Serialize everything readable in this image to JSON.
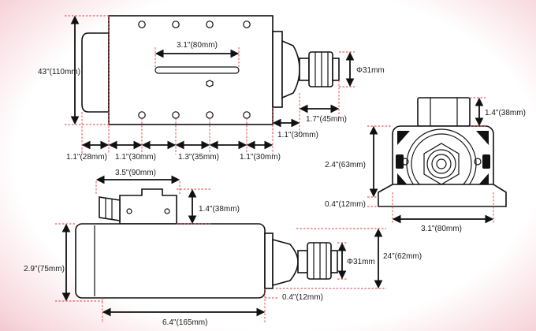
{
  "top_view": {
    "labels": {
      "slot_width": "3.1\"(80mm)",
      "total_height": "43\"(110mm)",
      "shaft_diameter": "Φ31mm",
      "nose_length": "1.7\"(45mm)",
      "nose_offset": "1.1\"(30mm)",
      "left_offset": "1.1\"(28mm)",
      "hole_gap_a": "1.1\"(30mm)",
      "hole_gap_b": "1.3\"(35mm)",
      "hole_gap_c": "1.1\"(30mm)"
    }
  },
  "front_view": {
    "labels": {
      "top_width": "1.4\"(38mm)",
      "height": "2.4\"(63mm)",
      "base_thickness": "0.4\"(12mm)",
      "base_width": "3.1\"(80mm)"
    }
  },
  "side_view": {
    "labels": {
      "box_length": "3.5\"(90mm)",
      "box_height": "1.4\"(38mm)",
      "body_height": "2.9\"(75mm)",
      "shaft_diameter": "Φ31mm",
      "overall_height": "24\"(62mm)",
      "base_thickness": "0.4\"(12mm)",
      "body_length": "6.4\"(165mm)"
    }
  },
  "colors": {
    "dimension_line": "#111111",
    "extension_line": "#e23a3a",
    "background_edge": "#e9a3ae"
  }
}
